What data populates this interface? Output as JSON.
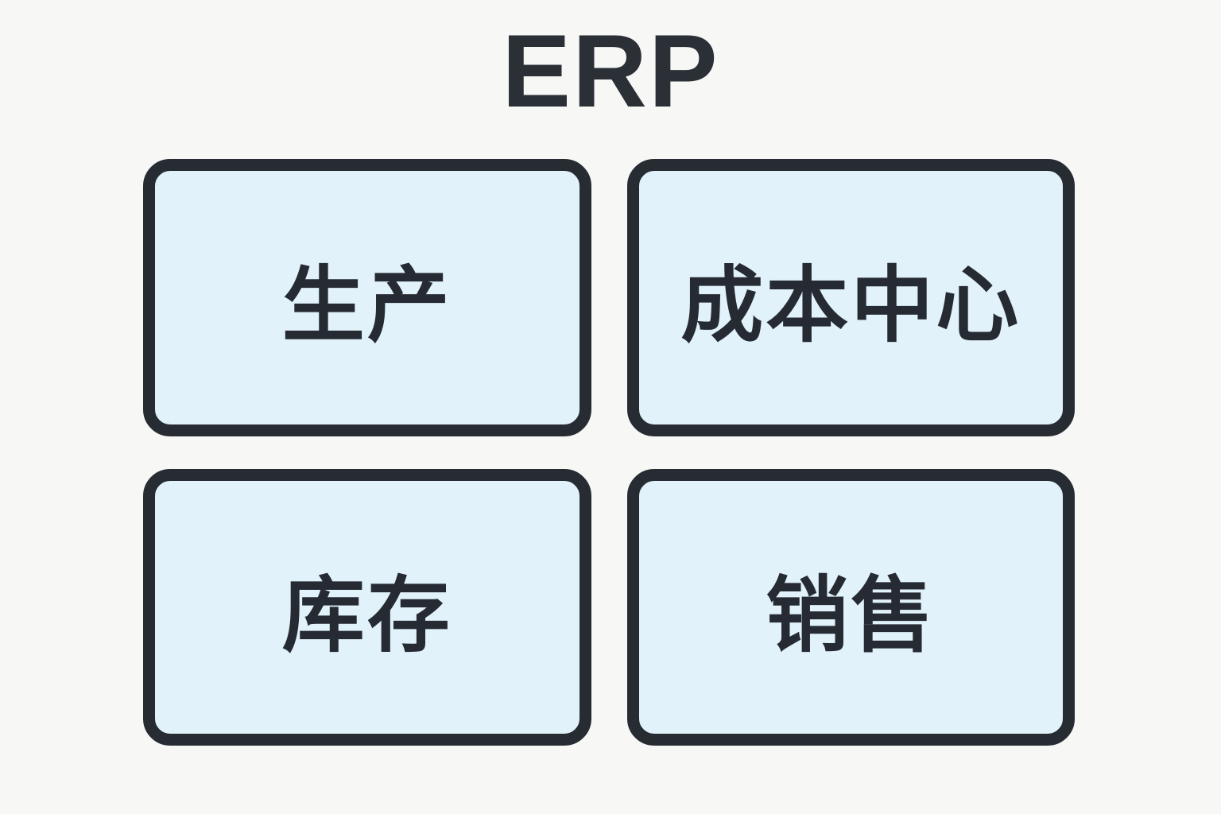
{
  "title": "ERP",
  "colors": {
    "background": "#f7f8f6",
    "node_fill": "#e1f2fa",
    "node_border": "#272c33",
    "text": "#262b33"
  },
  "nodes": [
    {
      "id": "production",
      "label": "生产"
    },
    {
      "id": "cost-center",
      "label": "成本中心"
    },
    {
      "id": "inventory",
      "label": "库存"
    },
    {
      "id": "sales",
      "label": "销售"
    }
  ]
}
